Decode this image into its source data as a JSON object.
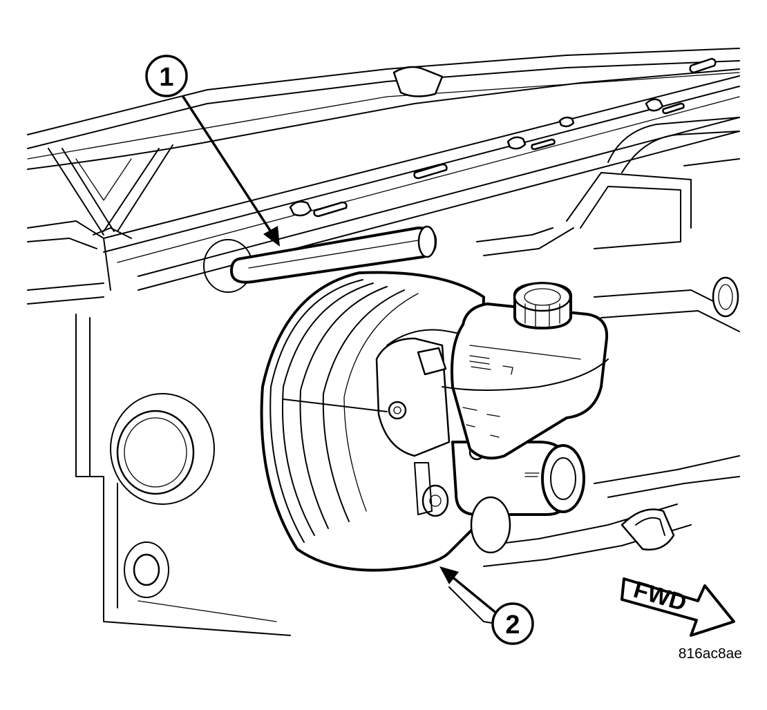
{
  "callouts": {
    "one": "1",
    "two": "2"
  },
  "direction_label": "FWD",
  "figure_id": "816ac8ae",
  "colors": {
    "ink": "#000000",
    "paper": "#ffffff"
  }
}
